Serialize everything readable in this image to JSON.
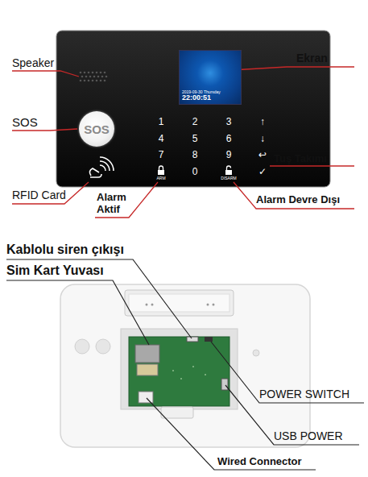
{
  "diagram": {
    "nodes": [
      {
        "text": [
          "2019-09-30 Thursday",
          "22:00:51"
        ]
      },
      {
        "text": [
          "SOS"
        ]
      }
    ],
    "labels": [
      "Speaker",
      "Ekran",
      "SOS",
      "Tuş Takımı",
      "RFID Card",
      "Alarm Aktif",
      "Alarm Devre Dışı",
      "1",
      "2",
      "3",
      "↑",
      "4",
      "5",
      "6",
      "↓",
      "7",
      "8",
      "9",
      "↩",
      "0",
      "✓",
      "ARM",
      "DISARM",
      "Kablolu siren çıkışı",
      "Sim Kart Yuvası",
      "POWER SWITCH",
      "USB POWER",
      "Wired Connector"
    ]
  }
}
